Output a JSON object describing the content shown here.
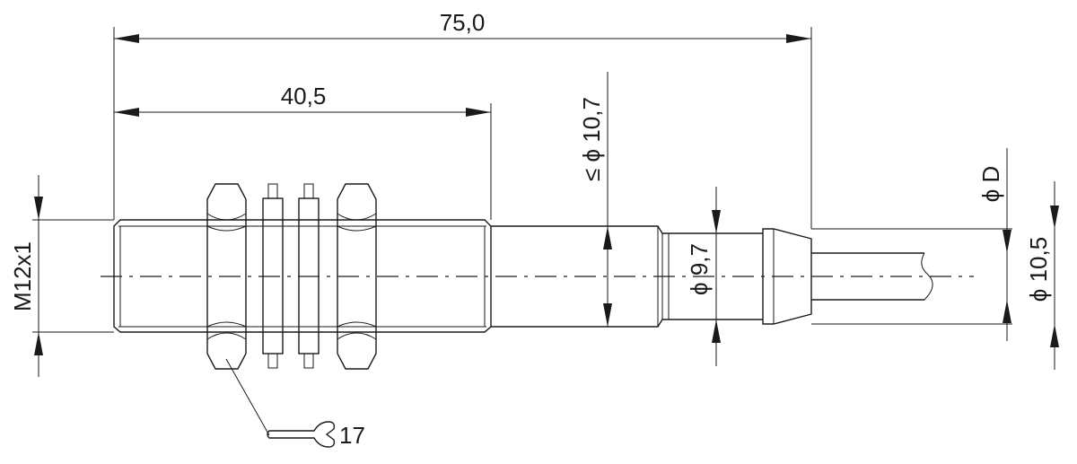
{
  "dimensions": {
    "overall_length": "75,0",
    "thread_length": "40,5",
    "thread": "M12x1",
    "max_body_diameter": "≤ ϕ 10,7",
    "body_diameter": "ϕ 9,7",
    "cable_diameter": "ϕ D",
    "strain_relief_diameter": "ϕ 10,5",
    "wrench_size": "17"
  }
}
